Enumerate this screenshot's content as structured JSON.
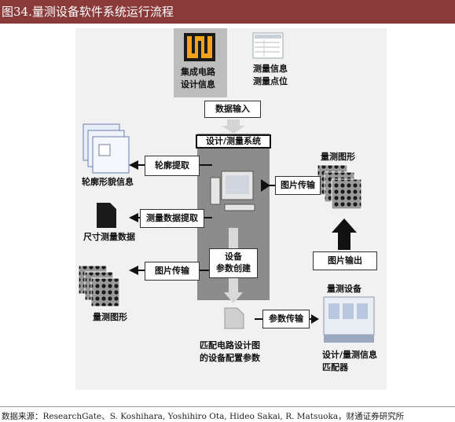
{
  "header": {
    "title": "图34.量测设备软件系统运行流程"
  },
  "footer": {
    "source": "数据来源：ResearchGate、S. Koshihara, Yoshihiro Ota, Hideo Sakai, R. Matsuoka，财通证券研究所"
  },
  "diagram": {
    "ic_design_info": "集成电路\n设计信息",
    "measure_info": "测量信息\n测量点位",
    "data_input": "数据输入",
    "system_title": "设计/测量系统",
    "contour_extract": "轮廓提取",
    "contour_info": "轮廓形貌信息",
    "measure_data_extract": "测量数据提取",
    "size_measure_data": "尺寸测量数据",
    "image_transfer_left": "图片传输",
    "measure_graph_left": "量测图形",
    "param_create": "设备\n参数创建",
    "match_output": "匹配电路设计图\n的设备配置参数",
    "image_transfer_right": "图片传输",
    "measure_graph_right": "量测图形",
    "image_output": "图片输出",
    "measure_device": "量测设备",
    "param_transfer": "参数传输",
    "matcher": "设计/量测信息\n匹配器"
  },
  "colors": {
    "title_bar": "#8b3a3a",
    "panel": "#f1f1f1",
    "system": "#8c8c8c",
    "arrow_gray": "#d9d9d9",
    "arrow_black": "#111111"
  }
}
